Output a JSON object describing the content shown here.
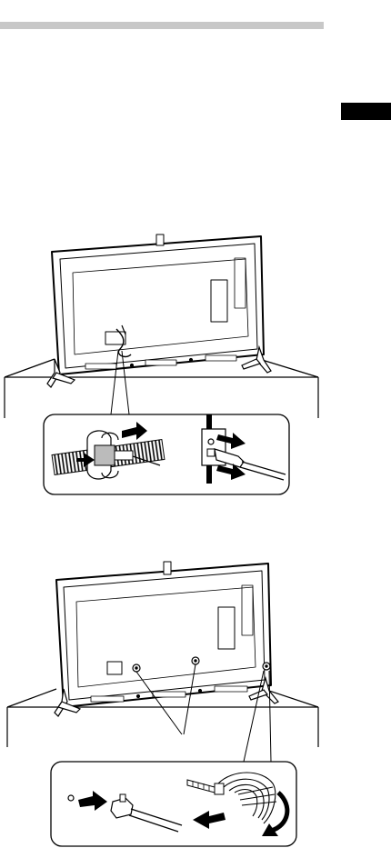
{
  "page": {
    "header_rule_color": "#c8c8c8",
    "section_tab_color": "#000000"
  },
  "figures": [
    {
      "name": "tv-rear-cable-holder-removal",
      "icons": [
        "television-rear-view",
        "cable-holder-clip",
        "power-cord-plug",
        "arrow-icon"
      ]
    },
    {
      "name": "tv-rear-cable-tie-attachment",
      "icons": [
        "television-rear-view",
        "screw-hole",
        "cable-tie",
        "bundled-cables",
        "arrow-icon"
      ]
    }
  ]
}
